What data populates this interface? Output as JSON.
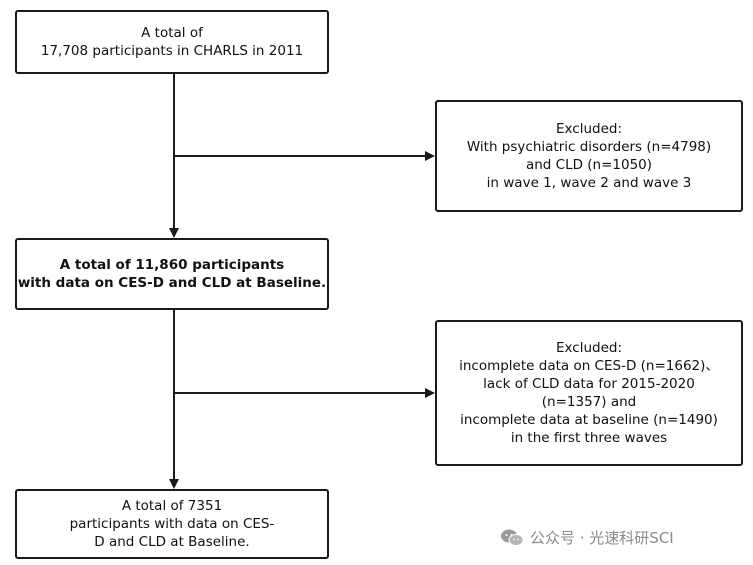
{
  "boxes": {
    "start": {
      "lines": [
        "A total of",
        "17,708 participants in CHARLS in 2011"
      ]
    },
    "exclusion1": {
      "lines": [
        "Excluded:",
        "With psychiatric disorders (n=4798)",
        "and CLD (n=1050)",
        "in wave 1, wave 2 and wave 3"
      ]
    },
    "middle": {
      "lines": [
        "A total of 11,860 participants",
        "with data on CES-D and CLD at Baseline."
      ]
    },
    "exclusion2": {
      "lines": [
        "Excluded:",
        "incomplete data on CES-D (n=1662)、",
        "lack of CLD data for 2015-2020",
        "(n=1357) and",
        "incomplete data at baseline (n=1490)",
        "in the first three waves"
      ]
    },
    "final": {
      "lines": [
        "A total of 7351",
        "participants  with data on CES-",
        "D and CLD at Baseline."
      ]
    }
  },
  "watermark": {
    "text": "公众号 · 光速科研SCI",
    "icon": "wechat-icon"
  },
  "colors": {
    "line": "#1a1a1a",
    "watermark": "#8a8a8a"
  }
}
